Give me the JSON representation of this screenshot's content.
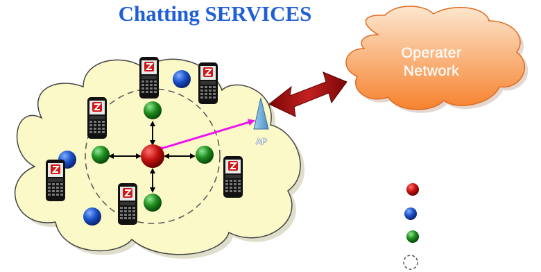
{
  "title": "Chatting SERVICES",
  "operator_cloud": {
    "line1": "Operater",
    "line2": "Network"
  },
  "access_point": {
    "label": "AP"
  },
  "legend": {
    "items": [
      "",
      "",
      "",
      ""
    ]
  },
  "colors": {
    "title": "#1f5fd6",
    "local_cloud": "#fbf9c8",
    "operator_cloud_top": "#fde4c8",
    "operator_cloud_bottom": "#f6822e",
    "arrow_dark_red": "#9b0d0d",
    "magenta_link": "#ee11ee",
    "red_node": "#c41010",
    "blue_node": "#1a4fc8",
    "green_node": "#1d8a1d"
  },
  "icons": [
    "phone-device-icon",
    "antenna-icon",
    "cloud-icon",
    "node-dot-icon"
  ]
}
